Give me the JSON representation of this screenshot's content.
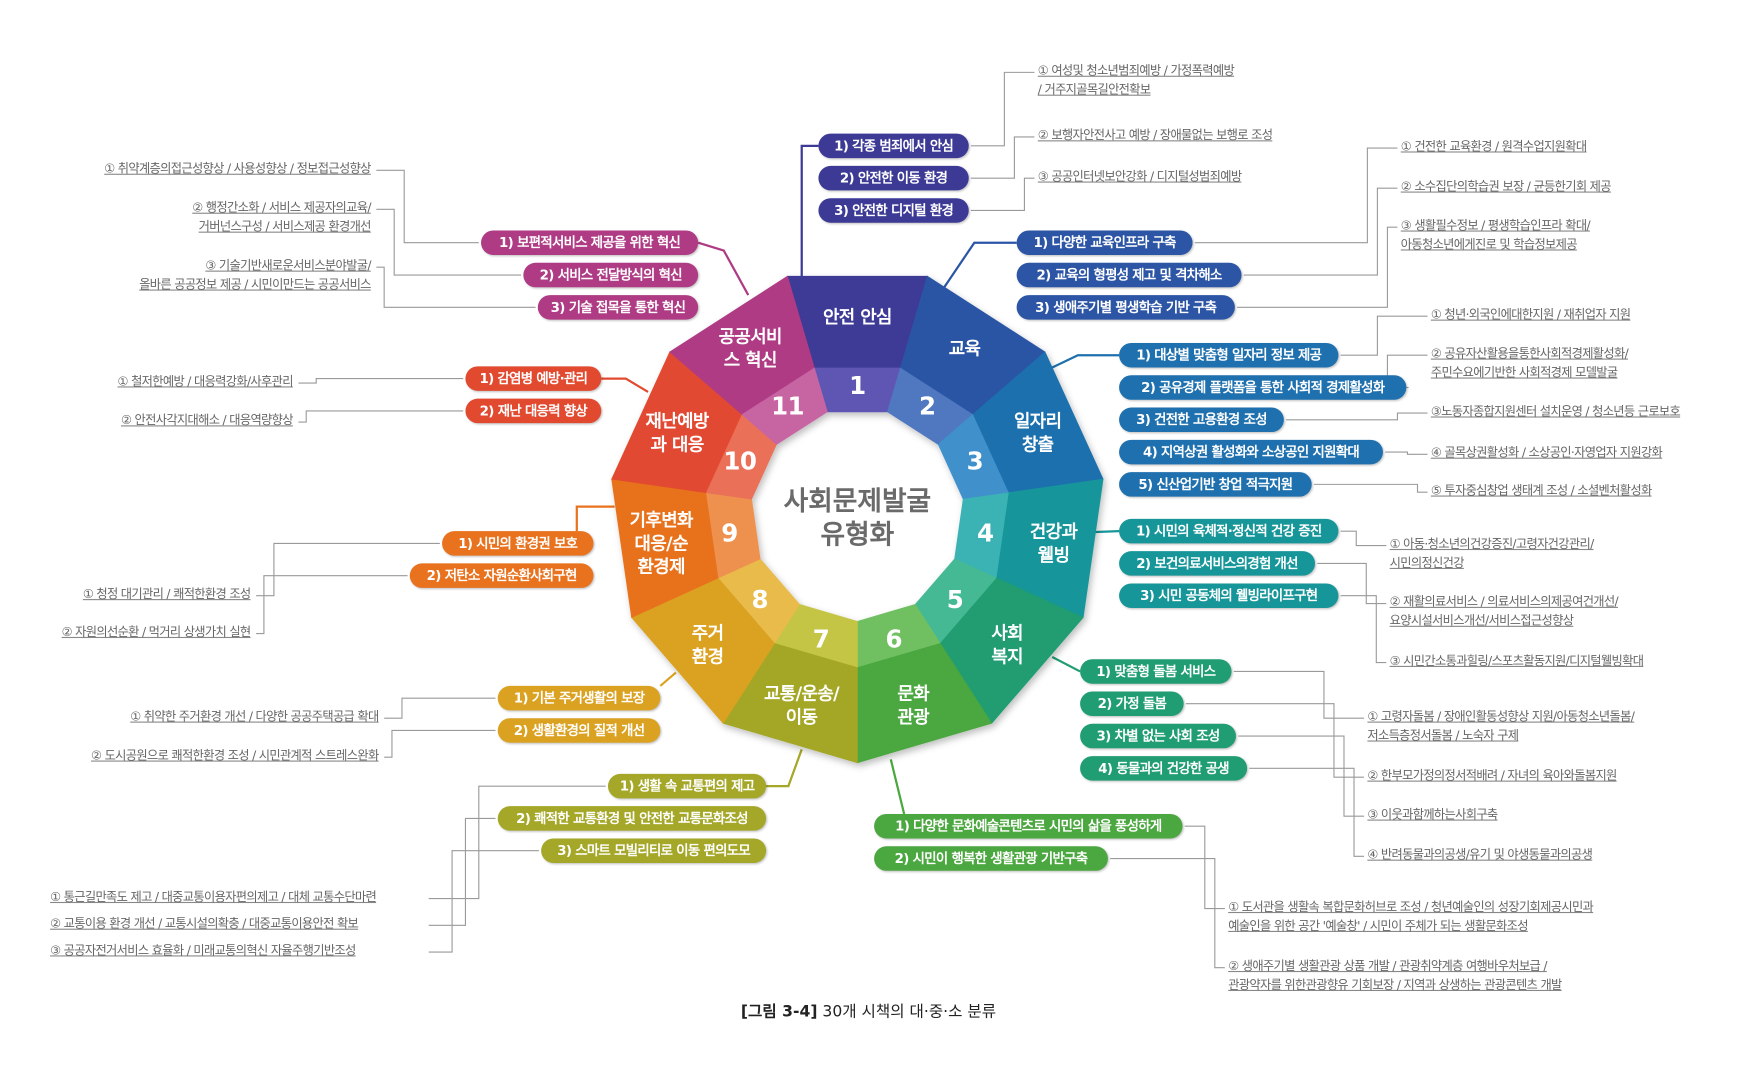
{
  "center": [
    "사회문제발굴",
    "유형화"
  ],
  "caption": {
    "tag": "[그림 3-4]",
    "text": " 30개 시책의 대·중·소 분류"
  },
  "categories": [
    {
      "number": "1",
      "label": [
        "안전 안심"
      ],
      "color": "#3d3a96",
      "band": "#5f57b3",
      "pills": [
        "1) 각종 범죄에서 안심",
        "2) 안전한 이동 환경",
        "3) 안전한 디지털 환경"
      ],
      "subs": [
        [
          "① 여성및 청소년범죄예방 / 가정폭력예방",
          "/ 거주지골목길안전확보"
        ],
        [
          "② 보행자안전사고 예방 / 장애물없는 보행로 조성"
        ],
        [
          "③ 공공인터넷보안강화 / 디지털성범죄예방"
        ]
      ]
    },
    {
      "number": "2",
      "label": [
        "교육"
      ],
      "color": "#2c55a5",
      "band": "#4f78c0",
      "pills": [
        "1) 다양한 교육인프라 구축",
        "2) 교육의 형평성 제고 및 격차해소",
        "3) 생애주기별 평생학습 기반 구축"
      ],
      "subs": [
        [
          "① 건전한 교육환경 / 원격수업지원확대"
        ],
        [
          "② 소수집단의학습권 보장 / 균등한기회 제공"
        ],
        [
          "③ 생활필수정보 / 평생학습인프라 확대/",
          "아동청소년에게진로 및 학습정보제공"
        ]
      ]
    },
    {
      "number": "3",
      "label": [
        "일자리",
        "창출"
      ],
      "color": "#1f70ae",
      "band": "#3f90cc",
      "pills": [
        "1) 대상별 맞춤형 일자리 정보 제공",
        "2) 공유경제 플랫폼을 통한 사회적 경제활성화",
        "3) 건전한 고용환경 조성",
        "4) 지역상권 활성화와 소상공인 지원확대",
        "5) 신산업기반 창업 적극지원"
      ],
      "subs": [
        [
          "① 청년·외국인에대한지원 / 재취업자 지원"
        ],
        [
          "② 공유자산활용을통한사회적경제활성화/",
          "주민수요에기반한 사회적경제 모델발굴"
        ],
        [
          "③노동자종합지원센터 설치운영 / 청소년등 근로보호"
        ],
        [
          "④ 골목상권활성화 / 소상공인·자영업자 지원강화"
        ],
        [
          "⑤ 투자중심창업 생태계 조성 / 소셜벤처활성화"
        ]
      ]
    },
    {
      "number": "4",
      "label": [
        "건강과",
        "웰빙"
      ],
      "color": "#17969a",
      "band": "#3bb2b4",
      "pills": [
        "1) 시민의 육체적·정신적 건강 증진",
        "2) 보건의료서비스의경험 개선",
        "3) 시민 공동체의 웰빙라이프구현"
      ],
      "subs": [
        [
          "① 아동·청소년의건강증진/고령자건강관리/",
          "시민의정신건강"
        ],
        [
          "② 재활의료서비스 / 의료서비스의제공여건개선/",
          "요양시설서비스개선/서비스접근성향상"
        ],
        [
          "③ 시민간소통과힐링/스포츠활동지원/디지털웰빙확대"
        ]
      ]
    },
    {
      "number": "5",
      "label": [
        "사회",
        "복지"
      ],
      "color": "#209d72",
      "band": "#45b994",
      "pills": [
        "1) 맞춤형 돌봄 서비스",
        "2) 가정 돌봄",
        "3) 차별 없는 사회 조성",
        "4) 동물과의 건강한 공생"
      ],
      "subs": [
        [
          "① 고령자돌봄 / 장애인활동성향상 지원/아동청소년돌봄/",
          "저소득층정서돌봄 / 노숙자 구제"
        ],
        [
          "② 한부모가정의정서적배려 / 자녀의 육아와돌봄지원"
        ],
        [
          "③ 이웃과함께하는사회구축"
        ],
        [
          "④ 반려동물과의공생/유기 및 야생동물과의공생"
        ]
      ]
    },
    {
      "number": "6",
      "label": [
        "문화",
        "관광"
      ],
      "color": "#4ba73f",
      "band": "#6fc062",
      "pills": [
        "1) 다양한 문화예술콘텐츠로 시민의 삶을 풍성하게",
        "2) 시민이 행복한 생활관광 기반구축"
      ],
      "subs": [
        [
          "① 도서관을 생활속 복합문화허브로 조성 / 청년예술인의 성장기회제공시민과",
          "예술인을 위한 공간 '예술창' / 시민이 주체가 되는 생활문화조성"
        ],
        [
          "② 생애주기별 생활관광 상품 개발 / 관광취약계층 여행바우처보급 /",
          "관광약자를 위한관광향유 기회보장 / 지역과 상생하는 관광콘텐츠 개발"
        ]
      ]
    },
    {
      "number": "7",
      "label": [
        "교통/운송/",
        "이동"
      ],
      "color": "#a4a727",
      "band": "#c4c545",
      "pills": [
        "1) 생활 속 교통편의 제고",
        "2) 쾌적한 교통환경 및 안전한 교통문화조성",
        "3) 스마트 모빌리티로 이동 편의도모"
      ],
      "subs": [
        [
          "① 통근길만족도 제고 / 대중교통이용자편의제고 / 대체 교통수단마련"
        ],
        [
          "② 교통이용 환경 개선 / 교통시설의확충 / 대중교통이용안전 확보"
        ],
        [
          "③ 공공자전거서비스 효율화 / 미래교통의혁신 자율주행기반조성"
        ]
      ]
    },
    {
      "number": "8",
      "label": [
        "주거",
        "환경"
      ],
      "color": "#dba222",
      "band": "#e8bb4c",
      "pills": [
        "1) 기본 주거생활의 보장",
        "2) 생활환경의 질적 개선"
      ],
      "subs": [
        [
          "① 취약한 주거환경 개선 / 다양한 공공주택공급 확대"
        ],
        [
          "② 도시공원으로 쾌적한환경 조성 / 시민관계적 스트레스완화"
        ]
      ]
    },
    {
      "number": "9",
      "label": [
        "기후변화",
        "대응/순",
        "환경제"
      ],
      "color": "#e8721d",
      "band": "#ee9150",
      "pills": [
        "1) 시민의 환경권 보호",
        "2) 저탄소 자원순환사회구현"
      ],
      "subs": [
        [
          "① 청정 대기관리 / 쾌적한환경 조성"
        ],
        [
          "② 자원의선순환 / 먹거리 상생가치 실현"
        ]
      ]
    },
    {
      "number": "10",
      "label": [
        "재난예방",
        "과 대응"
      ],
      "color": "#e24a30",
      "band": "#ea7058",
      "pills": [
        "1) 감염병 예방·관리",
        "2) 재난 대응력 향상"
      ],
      "subs": [
        [
          "① 철저한예방 / 대응력강화/사후관리"
        ],
        [
          "② 안전사각지대해소 / 대응역량향상"
        ]
      ]
    },
    {
      "number": "11",
      "label": [
        "공공서비",
        "스 혁신"
      ],
      "color": "#ae3b84",
      "band": "#c765a3",
      "pills": [
        "1) 보편적서비스 제공을 위한 혁신",
        "2) 서비스 전달방식의 혁신",
        "3) 기술 접목을 통한 혁신"
      ],
      "subs": [
        [
          "① 취약계층의접근성향상 / 사용성향상 / 정보접근성향상"
        ],
        [
          "② 행정간소화 / 서비스 제공자의교육/",
          "거버넌스구성 / 서비스제공 환경개선"
        ],
        [
          "③ 기술기반새로운서비스분야발굴/",
          "올바른 공공정보 제공 / 시민이만드는 공공서비스"
        ]
      ]
    }
  ]
}
